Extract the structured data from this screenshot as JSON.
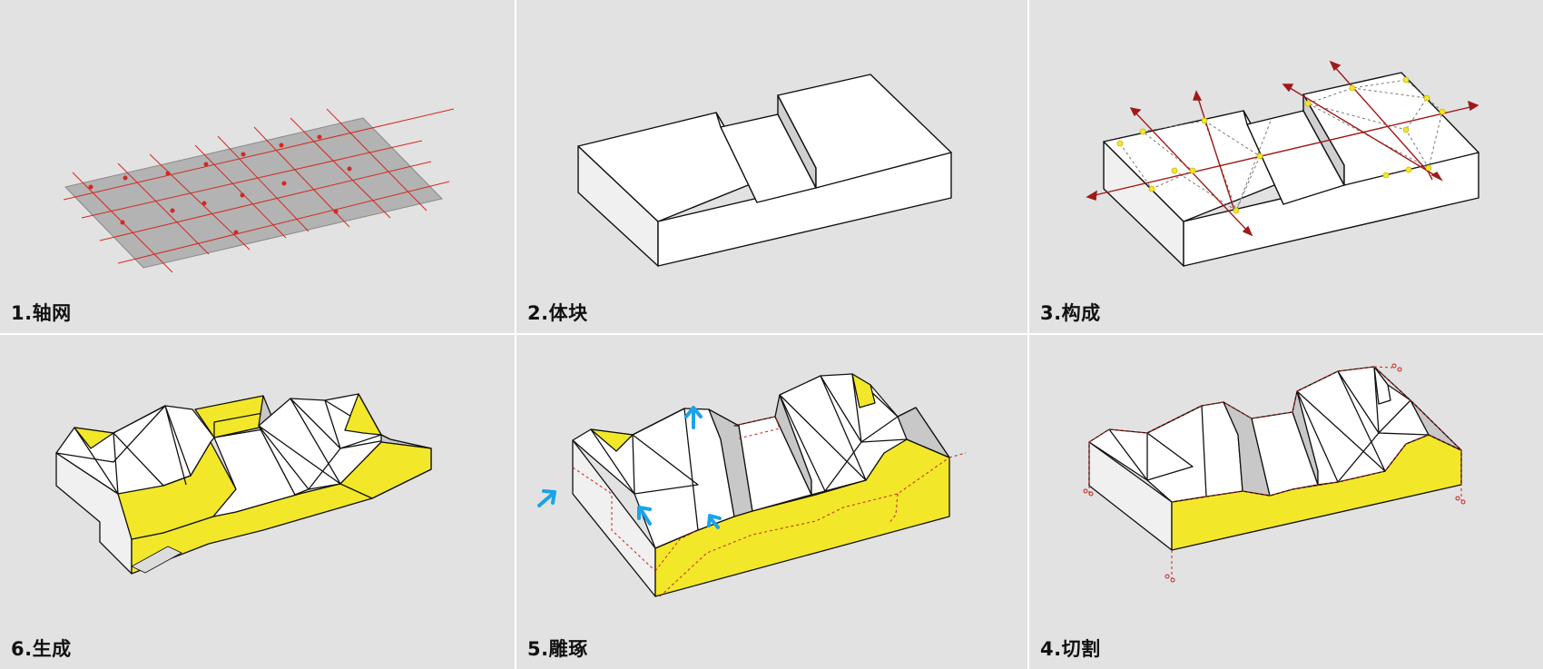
{
  "panels": [
    {
      "label": "1.轴网"
    },
    {
      "label": "2.体块"
    },
    {
      "label": "3.构成"
    },
    {
      "label": "6.生成"
    },
    {
      "label": "5.雕琢"
    },
    {
      "label": "4.切割"
    }
  ],
  "colors": {
    "background": "#e2e2e2",
    "divider": "#ffffff",
    "accent_yellow": "#f2e829",
    "axis_red": "#c0221b",
    "arrow_blue": "#1aa3e8",
    "face_white": "#ffffff",
    "face_light_gray": "#f0f0f0",
    "face_gray": "#c8c8c8"
  }
}
